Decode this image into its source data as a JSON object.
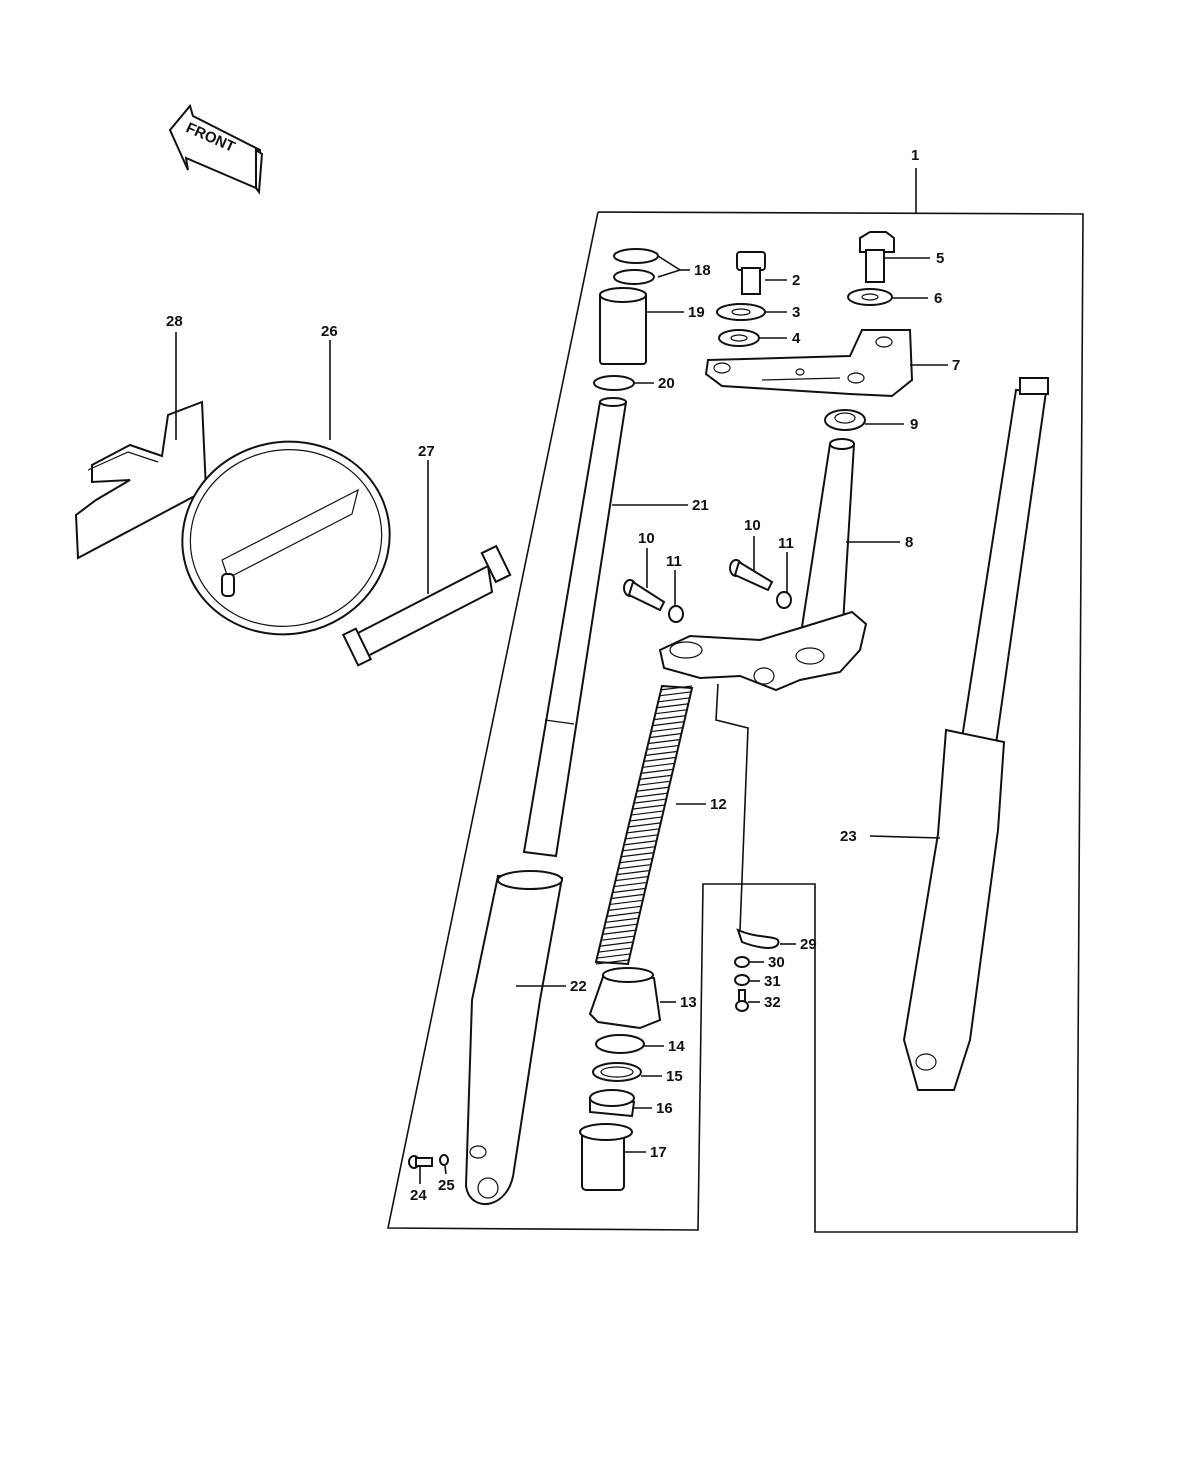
{
  "front_arrow": {
    "text": "FRONT",
    "icon": "arrow-left-icon"
  },
  "parts": [
    {
      "id": "1",
      "label": "1"
    },
    {
      "id": "2",
      "label": "2"
    },
    {
      "id": "3",
      "label": "3"
    },
    {
      "id": "4",
      "label": "4"
    },
    {
      "id": "5",
      "label": "5"
    },
    {
      "id": "6",
      "label": "6"
    },
    {
      "id": "7",
      "label": "7"
    },
    {
      "id": "8",
      "label": "8"
    },
    {
      "id": "9",
      "label": "9"
    },
    {
      "id": "10a",
      "label": "10"
    },
    {
      "id": "10b",
      "label": "10"
    },
    {
      "id": "11a",
      "label": "11"
    },
    {
      "id": "11b",
      "label": "11"
    },
    {
      "id": "12",
      "label": "12"
    },
    {
      "id": "13",
      "label": "13"
    },
    {
      "id": "14",
      "label": "14"
    },
    {
      "id": "15",
      "label": "15"
    },
    {
      "id": "16",
      "label": "16"
    },
    {
      "id": "17",
      "label": "17"
    },
    {
      "id": "18",
      "label": "18"
    },
    {
      "id": "19",
      "label": "19"
    },
    {
      "id": "20",
      "label": "20"
    },
    {
      "id": "21",
      "label": "21"
    },
    {
      "id": "22",
      "label": "22"
    },
    {
      "id": "23",
      "label": "23"
    },
    {
      "id": "24",
      "label": "24"
    },
    {
      "id": "25",
      "label": "25"
    },
    {
      "id": "26",
      "label": "26"
    },
    {
      "id": "27",
      "label": "27"
    },
    {
      "id": "28",
      "label": "28"
    },
    {
      "id": "29",
      "label": "29"
    },
    {
      "id": "30",
      "label": "30"
    },
    {
      "id": "31",
      "label": "31"
    },
    {
      "id": "32",
      "label": "32"
    }
  ]
}
